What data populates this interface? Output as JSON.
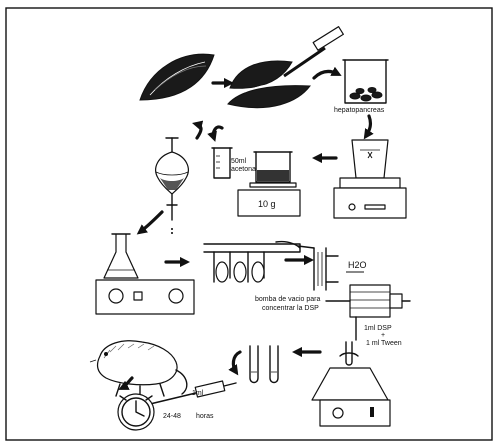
{
  "labels": {
    "hepatopancreas": "hepatopancreas",
    "acetone_vol": "50ml",
    "acetone": "acetona",
    "weight": "10 g",
    "water": "H2O",
    "pump_line1": "bomba de vacio para",
    "pump_line2": "concentrar la DSP",
    "dsp": "1ml DSP",
    "plus": "+",
    "tween": "1 ml Tween",
    "dose": "1ml",
    "time_range": "24-48",
    "time_unit": "horas"
  },
  "steps": [
    "mussel",
    "opened-mussel",
    "hepatopancreas-beaker",
    "blender",
    "acetone-extraction",
    "separatory-funnel",
    "stirred-flask",
    "vacuum-manifold",
    "vacuum-pump",
    "vortex-mixer",
    "test-tubes",
    "mouse-injection"
  ]
}
